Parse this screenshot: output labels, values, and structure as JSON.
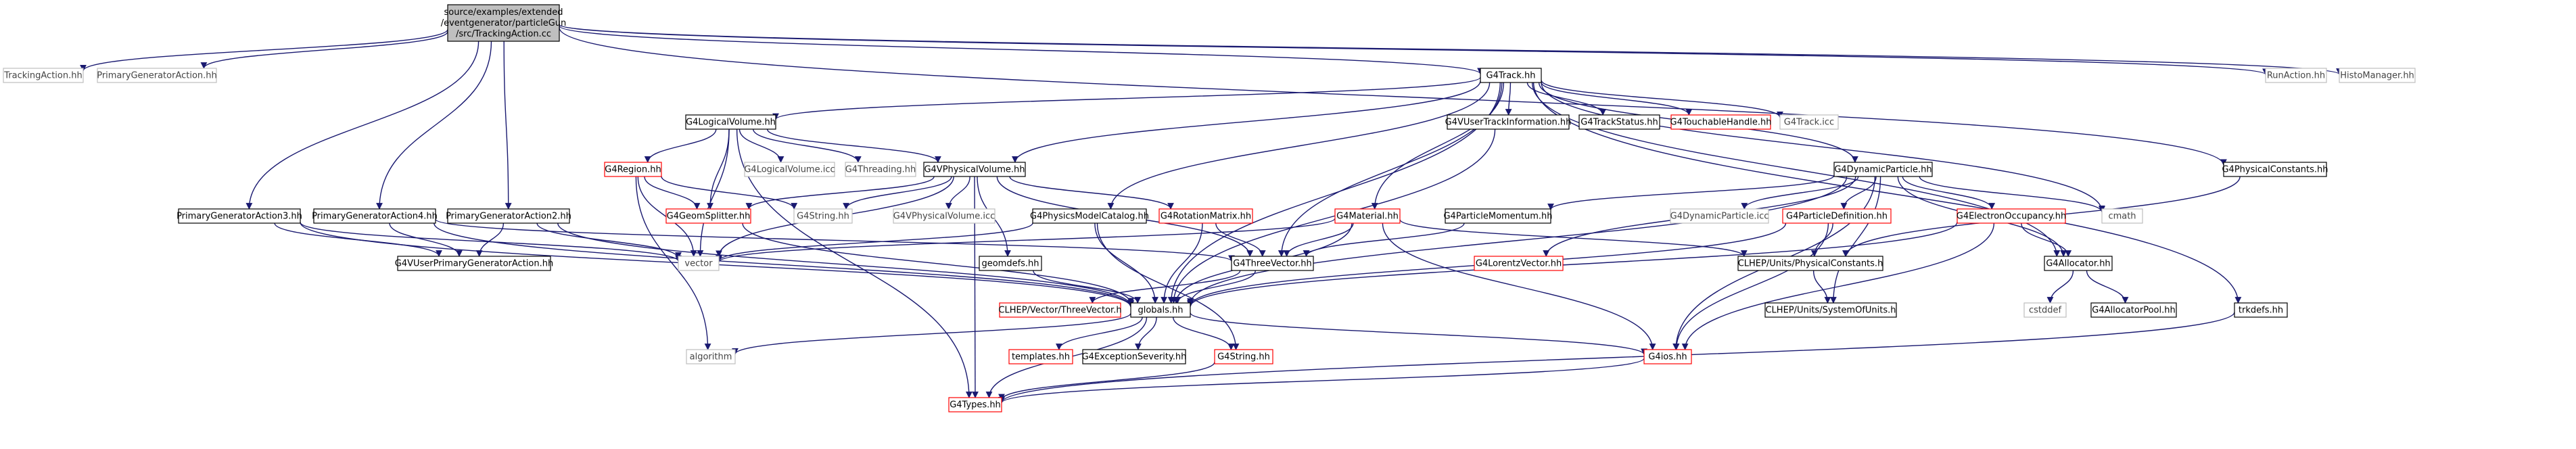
{
  "nodes": [
    {
      "id": "root",
      "lines": [
        "source/examples/extended",
        "/eventgenerator/particleGun",
        "/src/TrackingAction.cc"
      ],
      "style": "root"
    },
    {
      "id": "tracking_action_hh",
      "lines": [
        "TrackingAction.hh"
      ],
      "style": "plain"
    },
    {
      "id": "primary_generator_action_hh",
      "lines": [
        "PrimaryGeneratorAction.hh"
      ],
      "style": "plain"
    },
    {
      "id": "run_action_hh",
      "lines": [
        "RunAction.hh"
      ],
      "style": "plain"
    },
    {
      "id": "histo_manager_hh",
      "lines": [
        "HistoManager.hh"
      ],
      "style": "plain"
    },
    {
      "id": "g4track_hh",
      "lines": [
        "G4Track.hh"
      ],
      "style": "normal"
    },
    {
      "id": "g4logicalvolume_hh",
      "lines": [
        "G4LogicalVolume.hh"
      ],
      "style": "normal"
    },
    {
      "id": "g4region_hh",
      "lines": [
        "G4Region.hh"
      ],
      "style": "red"
    },
    {
      "id": "g4logicalvolume_icc",
      "lines": [
        "G4LogicalVolume.icc"
      ],
      "style": "plain"
    },
    {
      "id": "g4threading_hh",
      "lines": [
        "G4Threading.hh"
      ],
      "style": "plain"
    },
    {
      "id": "g4vphysicalvolume_hh",
      "lines": [
        "G4VPhysicalVolume.hh"
      ],
      "style": "normal"
    },
    {
      "id": "g4geomsplitter_hh",
      "lines": [
        "G4GeomSplitter.hh"
      ],
      "style": "red"
    },
    {
      "id": "g4string_hh_top",
      "lines": [
        "G4String.hh"
      ],
      "style": "plain"
    },
    {
      "id": "g4vphysicalvolume_icc",
      "lines": [
        "G4VPhysicalVolume.icc"
      ],
      "style": "plain"
    },
    {
      "id": "g4physicsmodelcatalog_hh",
      "lines": [
        "G4PhysicsModelCatalog.hh"
      ],
      "style": "normal"
    },
    {
      "id": "g4rotationmatrix_hh",
      "lines": [
        "G4RotationMatrix.hh"
      ],
      "style": "red"
    },
    {
      "id": "g4material_hh",
      "lines": [
        "G4Material.hh"
      ],
      "style": "red"
    },
    {
      "id": "g4vusertrackinformation_hh",
      "lines": [
        "G4VUserTrackInformation.hh"
      ],
      "style": "normal"
    },
    {
      "id": "g4trackstatus_hh",
      "lines": [
        "G4TrackStatus.hh"
      ],
      "style": "normal"
    },
    {
      "id": "g4touchablehandle_hh",
      "lines": [
        "G4TouchableHandle.hh"
      ],
      "style": "red"
    },
    {
      "id": "g4track_icc",
      "lines": [
        "G4Track.icc"
      ],
      "style": "plain"
    },
    {
      "id": "g4dynamicparticle_hh",
      "lines": [
        "G4DynamicParticle.hh"
      ],
      "style": "normal"
    },
    {
      "id": "g4particlemomentum_hh",
      "lines": [
        "G4ParticleMomentum.hh"
      ],
      "style": "normal"
    },
    {
      "id": "g4dynamicparticle_icc",
      "lines": [
        "G4DynamicParticle.icc"
      ],
      "style": "plain"
    },
    {
      "id": "g4particledefinition_hh",
      "lines": [
        "G4ParticleDefinition.hh"
      ],
      "style": "red"
    },
    {
      "id": "g4electronoccupancy_hh",
      "lines": [
        "G4ElectronOccupancy.hh"
      ],
      "style": "red"
    },
    {
      "id": "cmath",
      "lines": [
        "cmath"
      ],
      "style": "plain"
    },
    {
      "id": "g4physicalconstants_hh",
      "lines": [
        "G4PhysicalConstants.hh"
      ],
      "style": "normal"
    },
    {
      "id": "primary_generator_action3_hh",
      "lines": [
        "PrimaryGeneratorAction3.hh"
      ],
      "style": "normal"
    },
    {
      "id": "primary_generator_action4_hh",
      "lines": [
        "PrimaryGeneratorAction4.hh"
      ],
      "style": "normal"
    },
    {
      "id": "primary_generator_action2_hh",
      "lines": [
        "PrimaryGeneratorAction2.hh"
      ],
      "style": "normal"
    },
    {
      "id": "g4vuserprimarygeneratoraction_hh",
      "lines": [
        "G4VUserPrimaryGeneratorAction.hh"
      ],
      "style": "normal"
    },
    {
      "id": "vector",
      "lines": [
        "vector"
      ],
      "style": "plain"
    },
    {
      "id": "geomdefs_hh",
      "lines": [
        "geomdefs.hh"
      ],
      "style": "normal"
    },
    {
      "id": "g4threevector_hh",
      "lines": [
        "G4ThreeVector.hh"
      ],
      "style": "normal"
    },
    {
      "id": "g4lorentzvector_hh",
      "lines": [
        "G4LorentzVector.hh"
      ],
      "style": "red"
    },
    {
      "id": "clhep_physicalconstants_h",
      "lines": [
        "CLHEP/Units/PhysicalConstants.h"
      ],
      "style": "normal"
    },
    {
      "id": "g4allocator_hh",
      "lines": [
        "G4Allocator.hh"
      ],
      "style": "normal"
    },
    {
      "id": "clhep_threevector_h",
      "lines": [
        "CLHEP/Vector/ThreeVector.h"
      ],
      "style": "red"
    },
    {
      "id": "globals_hh",
      "lines": [
        "globals.hh"
      ],
      "style": "normal"
    },
    {
      "id": "clhep_systemofunits_h",
      "lines": [
        "CLHEP/Units/SystemOfUnits.h"
      ],
      "style": "normal"
    },
    {
      "id": "cstddef",
      "lines": [
        "cstddef"
      ],
      "style": "plain"
    },
    {
      "id": "g4allocatorpool_hh",
      "lines": [
        "G4AllocatorPool.hh"
      ],
      "style": "normal"
    },
    {
      "id": "trkdefs_hh",
      "lines": [
        "trkdefs.hh"
      ],
      "style": "normal"
    },
    {
      "id": "algorithm",
      "lines": [
        "algorithm"
      ],
      "style": "plain"
    },
    {
      "id": "templates_hh",
      "lines": [
        "templates.hh"
      ],
      "style": "red"
    },
    {
      "id": "g4exceptionseverity_hh",
      "lines": [
        "G4ExceptionSeverity.hh"
      ],
      "style": "normal"
    },
    {
      "id": "g4string_hh",
      "lines": [
        "G4String.hh"
      ],
      "style": "red"
    },
    {
      "id": "g4ios_hh",
      "lines": [
        "G4ios.hh"
      ],
      "style": "red"
    },
    {
      "id": "g4types_hh",
      "lines": [
        "G4Types.hh"
      ],
      "style": "red"
    }
  ],
  "edges": [
    [
      "root",
      "tracking_action_hh"
    ],
    [
      "root",
      "primary_generator_action_hh"
    ],
    [
      "root",
      "run_action_hh"
    ],
    [
      "root",
      "histo_manager_hh"
    ],
    [
      "root",
      "g4track_hh"
    ],
    [
      "root",
      "primary_generator_action3_hh"
    ],
    [
      "root",
      "primary_generator_action4_hh"
    ],
    [
      "root",
      "primary_generator_action2_hh"
    ],
    [
      "root",
      "g4physicalconstants_hh"
    ],
    [
      "g4track_hh",
      "g4logicalvolume_hh"
    ],
    [
      "g4track_hh",
      "g4vphysicalvolume_hh"
    ],
    [
      "g4track_hh",
      "g4physicsmodelcatalog_hh"
    ],
    [
      "g4track_hh",
      "g4material_hh"
    ],
    [
      "g4track_hh",
      "g4vusertrackinformation_hh"
    ],
    [
      "g4track_hh",
      "g4trackstatus_hh"
    ],
    [
      "g4track_hh",
      "g4touchablehandle_hh"
    ],
    [
      "g4track_hh",
      "g4track_icc"
    ],
    [
      "g4track_hh",
      "g4dynamicparticle_hh"
    ],
    [
      "g4track_hh",
      "g4threevector_hh"
    ],
    [
      "g4track_hh",
      "globals_hh"
    ],
    [
      "g4track_hh",
      "cmath"
    ],
    [
      "g4track_hh",
      "g4allocator_hh"
    ],
    [
      "g4track_hh",
      "trkdefs_hh"
    ],
    [
      "g4logicalvolume_hh",
      "g4region_hh"
    ],
    [
      "g4logicalvolume_hh",
      "g4logicalvolume_icc"
    ],
    [
      "g4logicalvolume_hh",
      "g4threading_hh"
    ],
    [
      "g4logicalvolume_hh",
      "g4vphysicalvolume_hh"
    ],
    [
      "g4logicalvolume_hh",
      "g4geomsplitter_hh"
    ],
    [
      "g4logicalvolume_hh",
      "vector"
    ],
    [
      "g4logicalvolume_hh",
      "g4types_hh"
    ],
    [
      "g4region_hh",
      "g4geomsplitter_hh"
    ],
    [
      "g4region_hh",
      "g4string_hh_top"
    ],
    [
      "g4region_hh",
      "vector"
    ],
    [
      "g4region_hh",
      "algorithm"
    ],
    [
      "g4vphysicalvolume_hh",
      "g4geomsplitter_hh"
    ],
    [
      "g4vphysicalvolume_hh",
      "g4string_hh_top"
    ],
    [
      "g4vphysicalvolume_hh",
      "g4vphysicalvolume_icc"
    ],
    [
      "g4vphysicalvolume_hh",
      "g4rotationmatrix_hh"
    ],
    [
      "g4vphysicalvolume_hh",
      "g4threevector_hh"
    ],
    [
      "g4vphysicalvolume_hh",
      "geomdefs_hh"
    ],
    [
      "g4vphysicalvolume_hh",
      "vector"
    ],
    [
      "g4vphysicalvolume_hh",
      "g4types_hh"
    ],
    [
      "g4geomsplitter_hh",
      "globals_hh"
    ],
    [
      "g4physicsmodelcatalog_hh",
      "globals_hh"
    ],
    [
      "g4physicsmodelcatalog_hh",
      "vector"
    ],
    [
      "g4physicsmodelcatalog_hh",
      "g4string_hh"
    ],
    [
      "g4rotationmatrix_hh",
      "g4threevector_hh"
    ],
    [
      "g4rotationmatrix_hh",
      "globals_hh"
    ],
    [
      "g4material_hh",
      "vector"
    ],
    [
      "g4material_hh",
      "g4threevector_hh"
    ],
    [
      "g4material_hh",
      "globals_hh"
    ],
    [
      "g4material_hh",
      "g4ios_hh"
    ],
    [
      "g4material_hh",
      "clhep_physicalconstants_h"
    ],
    [
      "g4vusertrackinformation_hh",
      "globals_hh"
    ],
    [
      "g4dynamicparticle_hh",
      "g4particlemomentum_hh"
    ],
    [
      "g4dynamicparticle_hh",
      "g4dynamicparticle_icc"
    ],
    [
      "g4dynamicparticle_hh",
      "g4particledefinition_hh"
    ],
    [
      "g4dynamicparticle_hh",
      "g4electronoccupancy_hh"
    ],
    [
      "g4dynamicparticle_hh",
      "cmath"
    ],
    [
      "g4dynamicparticle_hh",
      "g4lorentzvector_hh"
    ],
    [
      "g4dynamicparticle_hh",
      "globals_hh"
    ],
    [
      "g4dynamicparticle_hh",
      "g4allocator_hh"
    ],
    [
      "g4dynamicparticle_hh",
      "clhep_systemofunits_h"
    ],
    [
      "g4dynamicparticle_hh",
      "g4ios_hh"
    ],
    [
      "g4particlemomentum_hh",
      "g4threevector_hh"
    ],
    [
      "g4particledefinition_hh",
      "globals_hh"
    ],
    [
      "g4particledefinition_hh",
      "clhep_physicalconstants_h"
    ],
    [
      "g4particledefinition_hh",
      "g4ios_hh"
    ],
    [
      "g4electronoccupancy_hh",
      "globals_hh"
    ],
    [
      "g4electronoccupancy_hh",
      "g4allocator_hh"
    ],
    [
      "g4electronoccupancy_hh",
      "g4ios_hh"
    ],
    [
      "g4physicalconstants_hh",
      "clhep_physicalconstants_h"
    ],
    [
      "primary_generator_action3_hh",
      "g4vuserprimarygeneratoraction_hh"
    ],
    [
      "primary_generator_action3_hh",
      "vector"
    ],
    [
      "primary_generator_action3_hh",
      "globals_hh"
    ],
    [
      "primary_generator_action4_hh",
      "g4vuserprimarygeneratoraction_hh"
    ],
    [
      "primary_generator_action4_hh",
      "g4threevector_hh"
    ],
    [
      "primary_generator_action4_hh",
      "globals_hh"
    ],
    [
      "primary_generator_action2_hh",
      "g4vuserprimarygeneratoraction_hh"
    ],
    [
      "primary_generator_action2_hh",
      "vector"
    ],
    [
      "primary_generator_action2_hh",
      "globals_hh"
    ],
    [
      "geomdefs_hh",
      "globals_hh"
    ],
    [
      "g4threevector_hh",
      "clhep_threevector_h"
    ],
    [
      "g4threevector_hh",
      "globals_hh"
    ],
    [
      "clhep_physicalconstants_h",
      "clhep_systemofunits_h"
    ],
    [
      "g4allocator_hh",
      "cstddef"
    ],
    [
      "g4allocator_hh",
      "g4allocatorpool_hh"
    ],
    [
      "trkdefs_hh",
      "g4types_hh"
    ],
    [
      "globals_hh",
      "algorithm"
    ],
    [
      "globals_hh",
      "templates_hh"
    ],
    [
      "globals_hh",
      "g4exceptionseverity_hh"
    ],
    [
      "globals_hh",
      "g4string_hh"
    ],
    [
      "globals_hh",
      "g4ios_hh"
    ],
    [
      "globals_hh",
      "g4types_hh"
    ],
    [
      "g4string_hh",
      "g4types_hh"
    ],
    [
      "g4ios_hh",
      "g4types_hh"
    ]
  ],
  "colors": {
    "edge": "#191970",
    "normal_border": "#000000",
    "red_border": "#ff0000",
    "plain_border": "#bfbfbf",
    "plain_text": "#444444",
    "root_fill": "#bfbfbf",
    "node_fill": "#ffffff",
    "text": "#000000"
  }
}
